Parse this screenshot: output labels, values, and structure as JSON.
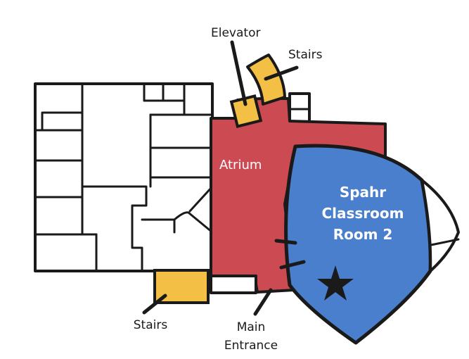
{
  "colors": {
    "atrium": "#cc4a52",
    "classroom": "#4a7fcd",
    "stairs": "#f4bf45",
    "outline": "#1a1a1a",
    "background": "#ffffff"
  },
  "labels": {
    "elevator": "Elevator",
    "stairs_top": "Stairs",
    "stairs_bottom": "Stairs",
    "atrium": "Atrium",
    "classroom_line1": "Spahr",
    "classroom_line2": "Classroom",
    "classroom_line3": "Room 2",
    "entrance_line1": "Main",
    "entrance_line2": "Entrance"
  },
  "markers": {
    "location": "star-icon"
  }
}
